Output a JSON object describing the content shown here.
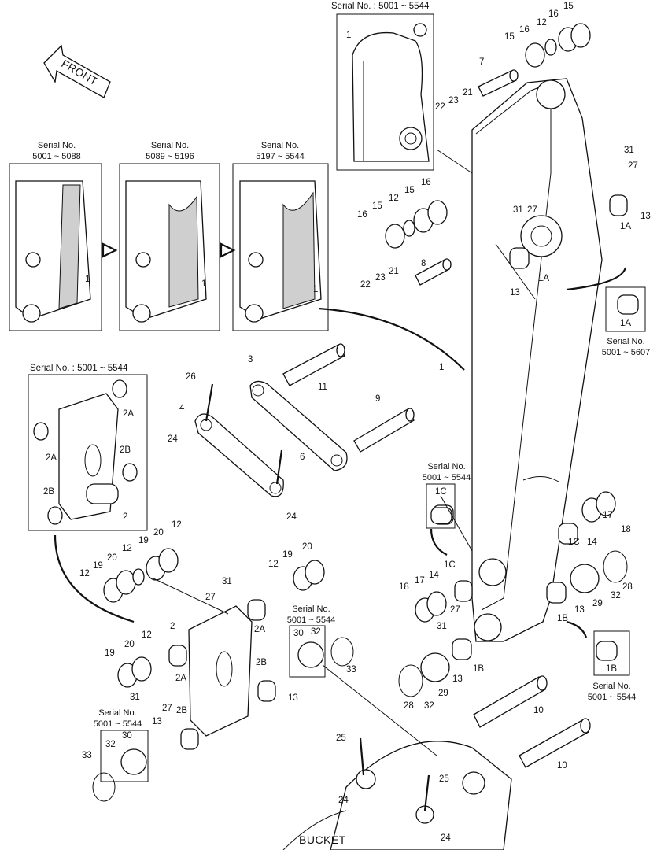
{
  "direction": "FRONT",
  "bucket": "BUCKET",
  "serials": {
    "top": "Serial No. : 5001 ~ 5544",
    "v1": "Serial No.\n5001 ~ 5088",
    "v2": "Serial No.\n5089 ~ 5196",
    "v3": "Serial No.\n5197 ~ 5544",
    "link": "Serial No. : 5001 ~ 5544",
    "s1A": "Serial No.\n5001 ~ 5607",
    "s1C": "Serial No.\n5001 ~ 5544",
    "s1B": "Serial No.\n5001 ~ 5544",
    "seal_mid": "Serial No.\n5001 ~ 5544",
    "seal_low": "Serial No.\n5001 ~ 5544"
  },
  "labels": [
    "1",
    "2",
    "2A",
    "2B",
    "3",
    "4",
    "6",
    "7",
    "8",
    "9",
    "10",
    "11",
    "12",
    "13",
    "14",
    "15",
    "16",
    "17",
    "18",
    "19",
    "20",
    "21",
    "22",
    "23",
    "24",
    "25",
    "26",
    "27",
    "28",
    "29",
    "30",
    "31",
    "32",
    "33",
    "1A",
    "1B",
    "1C"
  ]
}
